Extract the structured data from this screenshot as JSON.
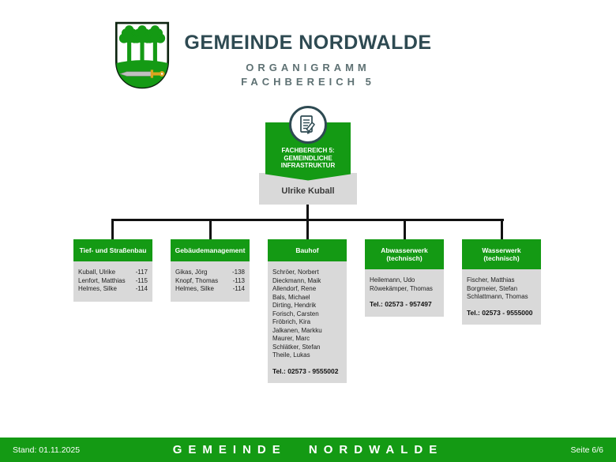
{
  "header": {
    "title": "GEMEINDE NORDWALDE",
    "subtitle_line1": "ORGANIGRAMM",
    "subtitle_line2": "FACHBEREICH 5",
    "crest": "nordwalde-coat-of-arms"
  },
  "root": {
    "icon": "document-pencil-icon",
    "title_line1": "FACHBEREICH 5:",
    "title_line2": "GEMEINDLICHE",
    "title_line3": "INFRASTRUKTUR",
    "leader": "Ulrike Kuball"
  },
  "departments": [
    {
      "title": "Tief- und Straßenbau",
      "members": [
        {
          "name": "Kuball, Ulrike",
          "ext": "-117"
        },
        {
          "name": "Lenfort, Matthias",
          "ext": "-115"
        },
        {
          "name": "Helmes, Silke",
          "ext": "-114"
        }
      ],
      "phone": ""
    },
    {
      "title": "Gebäudemanagement",
      "members": [
        {
          "name": "Gikas, Jörg",
          "ext": "-138"
        },
        {
          "name": "Knopf, Thomas",
          "ext": "-113"
        },
        {
          "name": "Helmes, Silke",
          "ext": "-114"
        }
      ],
      "phone": ""
    },
    {
      "title": "Bauhof",
      "members": [
        {
          "name": "Schröer, Norbert"
        },
        {
          "name": "Dieckmann, Maik"
        },
        {
          "name": "Allendorf, Rene"
        },
        {
          "name": "Bals, Michael"
        },
        {
          "name": "Dirting, Hendrik"
        },
        {
          "name": "Forisch, Carsten"
        },
        {
          "name": "Fröbrich, Kira"
        },
        {
          "name": "Jalkanen, Markku"
        },
        {
          "name": "Maurer, Marc"
        },
        {
          "name": "Schlätker, Stefan"
        },
        {
          "name": "Theile, Lukas"
        }
      ],
      "phone": "Tel.: 02573 - 9555002"
    },
    {
      "title": "Abwasserwerk (technisch)",
      "members": [
        {
          "name": "Heilemann, Udo"
        },
        {
          "name": "Röwekämper, Thomas"
        }
      ],
      "phone": "Tel.: 02573 - 957497"
    },
    {
      "title": "Wasserwerk (technisch)",
      "members": [
        {
          "name": "Fischer, Matthias"
        },
        {
          "name": "Borgmeier, Stefan"
        },
        {
          "name": "Schlattmann, Thomas"
        }
      ],
      "phone": "Tel.: 02573 - 9555000"
    }
  ],
  "footer": {
    "left": "Stand: 01.11.2025",
    "center": "GEMEINDE NORDWALDE",
    "right": "Seite 6/6"
  },
  "colors": {
    "green": "#149a14",
    "title_text": "#2e4a52",
    "subtitle_text": "#5e7173",
    "box_gray": "#d9d9d9",
    "connector": "#111111"
  }
}
